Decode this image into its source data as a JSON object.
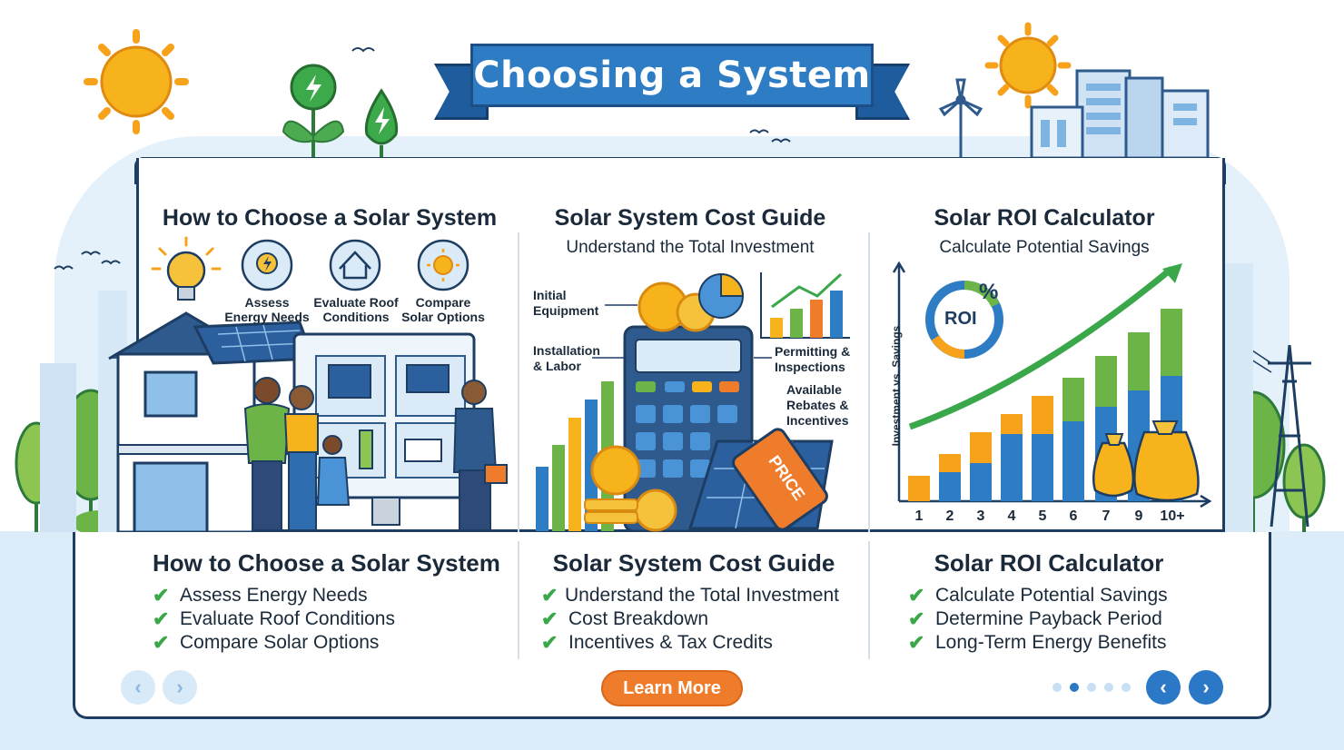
{
  "banner": {
    "title": "Choosing a System"
  },
  "columns": [
    {
      "title": "How to Choose a Solar System",
      "steps": [
        "Assess\nEnergy Needs",
        "Evaluate Roof\nConditions",
        "Compare\nSolar Options"
      ]
    },
    {
      "title": "Solar System Cost Guide",
      "subtitle": "Understand the Total Investment",
      "callouts": [
        "Initial\nEquipment",
        "Installation\n& Labor",
        "Permitting &\nInspections",
        "Available\nRebates &\nIncentives"
      ],
      "price_tag": "PRICE"
    },
    {
      "title": "Solar ROI Calculator",
      "subtitle": "Calculate Potential Savings",
      "roi_badge": "ROI",
      "roi_percent": "%",
      "y_axis_label": "Investment vs. Savings",
      "x_ticks": [
        "1",
        "2",
        "3",
        "4",
        "5",
        "6",
        "7",
        "9",
        "10+"
      ]
    }
  ],
  "panels": [
    {
      "title": "How to Choose a Solar System",
      "items": [
        "Assess Energy Needs",
        "Evaluate Roof Conditions",
        "Compare Solar Options"
      ]
    },
    {
      "title": "Solar System Cost Guide",
      "items": [
        "Understand the Total Investment",
        "Cost Breakdown",
        "Incentives & Tax Credits"
      ]
    },
    {
      "title": "Solar ROI Calculator",
      "items": [
        "Calculate Potential Savings",
        "Determine Payback Period",
        "Long-Term Energy Benefits"
      ]
    }
  ],
  "cta": {
    "label": "Learn More"
  },
  "pager": {
    "count": 5,
    "active_index": 1
  },
  "icons": {
    "check": "check-icon",
    "prev": "chevron-left-icon",
    "next": "chevron-right-icon"
  },
  "colors": {
    "banner": "#2e7cc4",
    "accent_orange": "#ef7c2b",
    "check_green": "#3aa84a",
    "frame": "#1d3d63",
    "nav_active": "#2b78c6"
  }
}
